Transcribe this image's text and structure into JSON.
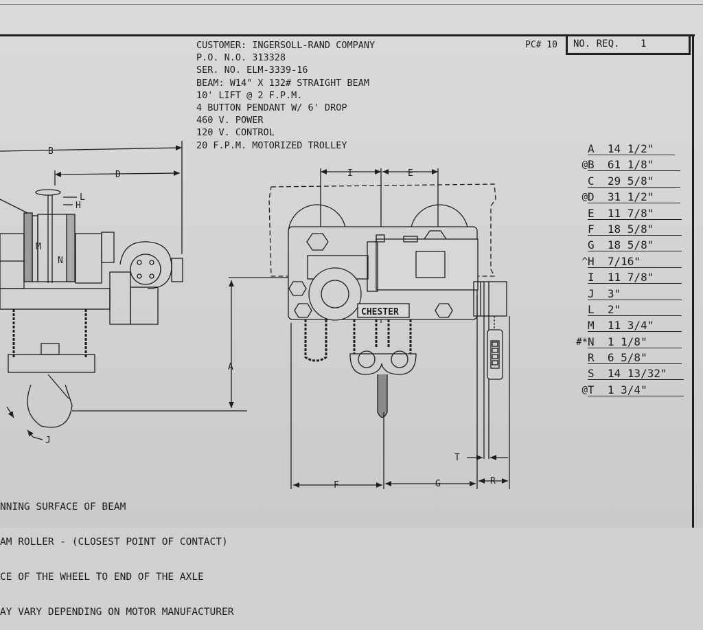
{
  "header": {
    "pc_number": "PC# 10",
    "no_req_label": "NO. REQ.",
    "no_req_value": "1"
  },
  "specs": [
    "CUSTOMER: INGERSOLL-RAND COMPANY",
    "P.O. N.O. 313328",
    "SER. NO. ELM-3339-16",
    "BEAM: W14\" X 132# STRAIGHT BEAM",
    "10' LIFT @ 2 F.P.M.",
    "4 BUTTON PENDANT W/ 6' DROP",
    "460 V. POWER",
    "120 V. CONTROL",
    "20 F.P.M. MOTORIZED TROLLEY"
  ],
  "dimensions": [
    {
      "prefix": "",
      "text": "A  14 1/2\""
    },
    {
      "prefix": "@",
      "text": "B  61 1/8\""
    },
    {
      "prefix": "",
      "text": "C  29 5/8\""
    },
    {
      "prefix": "@",
      "text": "D  31 1/2\""
    },
    {
      "prefix": "",
      "text": "E  11 7/8\""
    },
    {
      "prefix": "",
      "text": "F  18 5/8\""
    },
    {
      "prefix": "",
      "text": "G  18 5/8\""
    },
    {
      "prefix": "^",
      "text": "H  7/16\""
    },
    {
      "prefix": "",
      "text": "I  11 7/8\""
    },
    {
      "prefix": "",
      "text": "J  3\""
    },
    {
      "prefix": "",
      "text": "L  2\""
    },
    {
      "prefix": "",
      "text": "M  11 3/4\""
    },
    {
      "prefix": "#*",
      "text": "N  1 1/8\""
    },
    {
      "prefix": "",
      "text": "R  6 5/8\""
    },
    {
      "prefix": "",
      "text": "S  14 13/32\""
    },
    {
      "prefix": "@",
      "text": "T  1 3/4\""
    }
  ],
  "notes": [
    "NNING SURFACE OF BEAM",
    "AM ROLLER - (CLOSEST POINT OF CONTACT)",
    "CE OF THE WHEEL TO END OF THE AXLE",
    "AY VARY DEPENDING ON MOTOR MANUFACTURER"
  ],
  "drawing": {
    "brand": "CHESTER",
    "labels": {
      "B": "B",
      "D": "D",
      "L": "L",
      "H": "H",
      "M": "M",
      "N": "N",
      "I": "I",
      "E": "E",
      "A": "A",
      "J": "J",
      "F": "F",
      "G": "G",
      "R": "R",
      "T": "T"
    }
  }
}
